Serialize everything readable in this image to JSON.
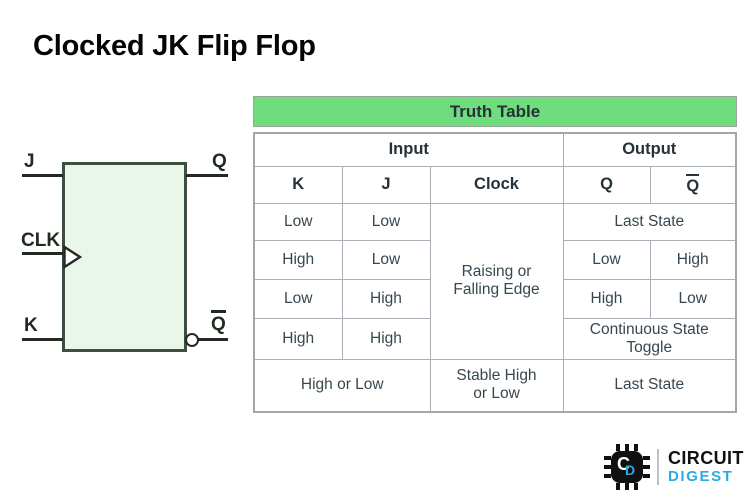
{
  "page": {
    "title": "Clocked JK Flip Flop"
  },
  "circuit": {
    "label_j": "J",
    "label_clk": "CLK",
    "label_k": "K",
    "label_q": "Q",
    "label_q_bar": "Q",
    "body_fill": "#e9f6e9",
    "body_stroke": "#3d4f3f"
  },
  "truth_table": {
    "title": "Truth Table",
    "header_bg": "#6fdc7e",
    "group_input": "Input",
    "group_output": "Output",
    "col_k": "K",
    "col_j": "J",
    "col_clock": "Clock",
    "col_q": "Q",
    "col_q_bar": "Q",
    "clock_edge": "Raising or Falling Edge",
    "rows": [
      {
        "k": "Low",
        "j": "Low",
        "output": "Last State"
      },
      {
        "k": "High",
        "j": "Low",
        "q": "Low",
        "q_bar": "High"
      },
      {
        "k": "Low",
        "j": "High",
        "q": "High",
        "q_bar": "Low"
      },
      {
        "k": "High",
        "j": "High",
        "output": "Continuous State Toggle"
      },
      {
        "k_j": "High or Low",
        "clock": "Stable High or Low",
        "output": "Last State"
      }
    ]
  },
  "logo": {
    "name_top": "CIRCUIT",
    "name_bottom": "DIGEST",
    "chip_letter_c": "C",
    "chip_letter_d": "D",
    "accent_blue": "#29abe2"
  }
}
